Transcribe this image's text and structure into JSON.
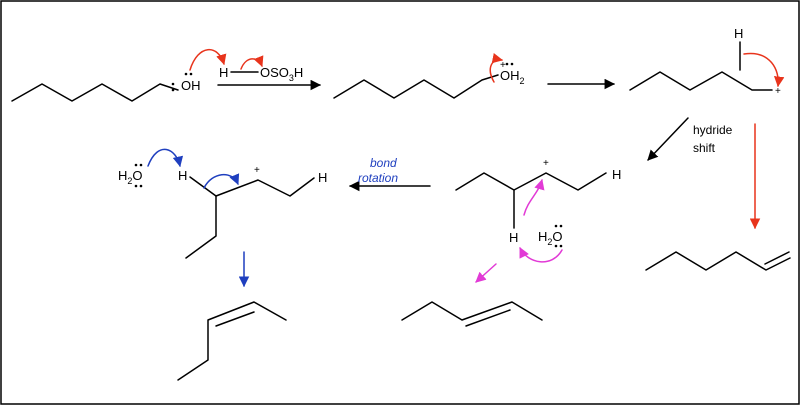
{
  "labels": {
    "oh": "OH",
    "h": "H",
    "oso3h_a": "OSO",
    "oso3h_sub": "3",
    "oso3h_b": "H",
    "oh2_main": "OH",
    "oh2_sub": "2",
    "h2o_a": "H",
    "h2o_sub": "2",
    "h2o_b": "O",
    "plus": "+"
  },
  "annotations": {
    "hydride_1": "hydride",
    "hydride_2": "shift",
    "bond_rotation_1": "bond",
    "bond_rotation_2": "rotation"
  },
  "colors": {
    "ink": "#000000",
    "arrow_red": "#e8341c",
    "arrow_blue": "#1f3fbf",
    "arrow_magenta": "#e23ad6"
  }
}
